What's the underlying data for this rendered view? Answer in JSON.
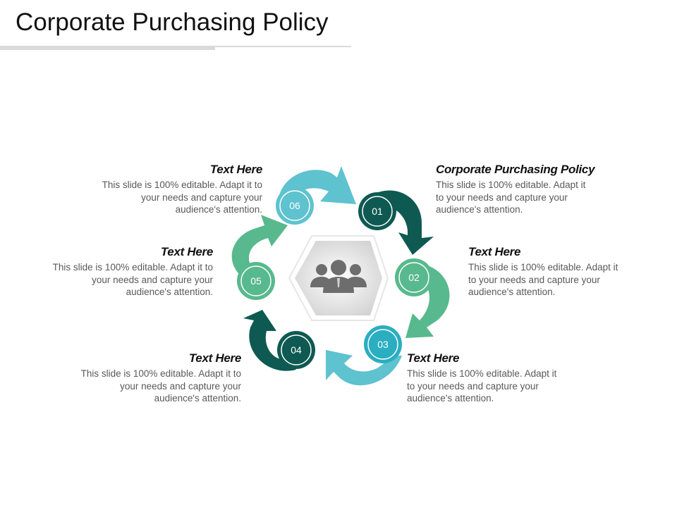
{
  "slide": {
    "title": "Corporate Purchasing Policy"
  },
  "center": {
    "icon": "team-people-icon"
  },
  "steps": [
    {
      "number": "01",
      "heading": "Corporate Purchasing Policy",
      "body": "This slide is 100% editable. Adapt it to your needs and capture your audience's attention.",
      "color": "#0e5a52"
    },
    {
      "number": "02",
      "heading": "Text Here",
      "body": "This slide is 100% editable. Adapt it to your needs and capture your audience's attention.",
      "color": "#57b98d"
    },
    {
      "number": "03",
      "heading": "Text Here",
      "body": "This slide is 100% editable. Adapt it to your needs and capture your audience's attention.",
      "color": "#2aaec0"
    },
    {
      "number": "04",
      "heading": "Text Here",
      "body": "This slide is 100% editable. Adapt it to your needs and capture your audience's attention.",
      "color": "#0e5a52"
    },
    {
      "number": "05",
      "heading": "Text Here",
      "body": "This slide is 100% editable. Adapt it to your needs and capture your audience's attention.",
      "color": "#57b98d"
    },
    {
      "number": "06",
      "heading": "Text Here",
      "body": "This slide is 100% editable. Adapt it to your needs and capture your audience's attention.",
      "color": "#5ec2cf"
    }
  ]
}
